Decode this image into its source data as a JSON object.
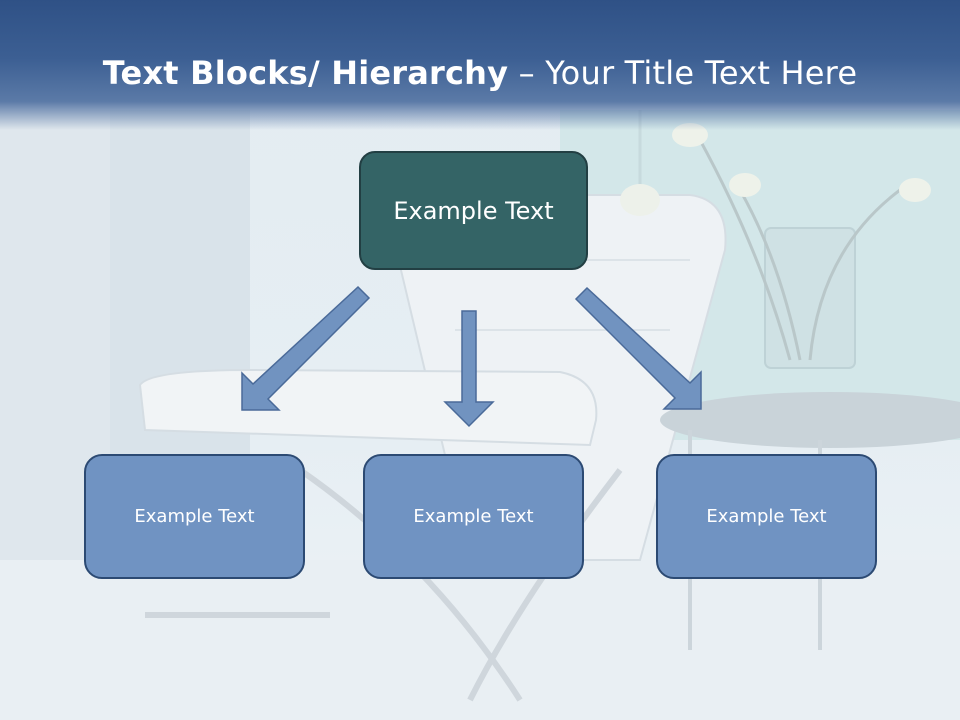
{
  "slide": {
    "title_bold": "Text Blocks/ Hierarchy",
    "title_dash": " – ",
    "title_rest": "Your Title Text Here"
  },
  "diagram": {
    "top_box": {
      "label": "Example Text"
    },
    "children": [
      {
        "label": "Example Text"
      },
      {
        "label": "Example Text"
      },
      {
        "label": "Example Text"
      }
    ]
  },
  "colors": {
    "title_band": "#3c5f93",
    "top_box_fill": "#346466",
    "child_box_fill": "#7093c2",
    "arrow_fill": "#7193c0",
    "arrow_stroke": "#4a6a99"
  }
}
